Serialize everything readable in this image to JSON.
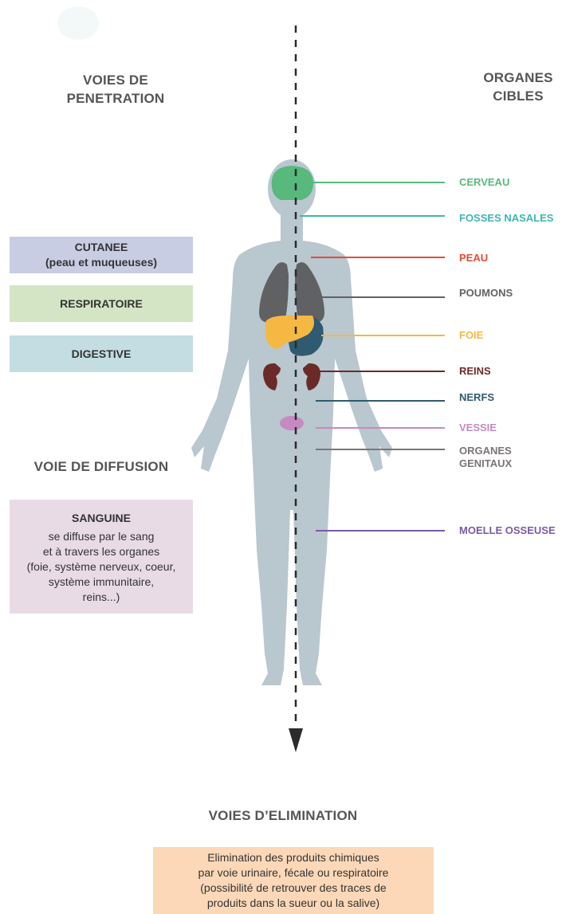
{
  "headings": {
    "penetration": [
      "VOIES DE",
      "PENETRATION"
    ],
    "organs": [
      "ORGANES",
      "CIBLES"
    ],
    "diffusion": "VOIE DE DIFFUSION",
    "elimination": "VOIES D’ELIMINATION"
  },
  "penetration_routes": [
    {
      "lines": [
        "CUTANEE",
        "(peau et muqueuses)"
      ],
      "color": "#c8cde3"
    },
    {
      "lines": [
        "RESPIRATOIRE"
      ],
      "color": "#d3e5c5"
    },
    {
      "lines": [
        "DIGESTIVE"
      ],
      "color": "#c3dde2"
    }
  ],
  "diffusion_box": {
    "title": "SANGUINE",
    "lines": [
      "se diffuse par le sang",
      "et à travers les organes",
      "(foie, système nerveux, coeur,",
      "système immunitaire,",
      "reins...)"
    ],
    "color": "#e8dbe6"
  },
  "elimination_box": {
    "lines": [
      "Elimination des produits chimiques",
      "par voie urinaire, fécale ou respiratoire",
      "(possibilité de retrouver des traces de",
      "produits dans la sueur ou la salive)"
    ],
    "color": "#fcd8b8"
  },
  "organs": [
    {
      "label": "CERVEAU",
      "color": "#57b97c"
    },
    {
      "label": "FOSSES NASALES",
      "color": "#3fb6b3"
    },
    {
      "label": "PEAU",
      "color": "#e34b36"
    },
    {
      "label": "POUMONS",
      "color": "#5f6163"
    },
    {
      "label": "FOIE",
      "color": "#f5b843"
    },
    {
      "label": "REINS",
      "color": "#6a2a28"
    },
    {
      "label": "NERFS",
      "color": "#2f5a6f"
    },
    {
      "label": "VESSIE",
      "color": "#c58ac0"
    },
    {
      "label": [
        "ORGANES",
        "GENITAUX"
      ],
      "color": "#7a7479"
    },
    {
      "label": "MOELLE OSSEUSE",
      "color": "#7a5aa6"
    }
  ],
  "body_color": "#b9c7cf"
}
